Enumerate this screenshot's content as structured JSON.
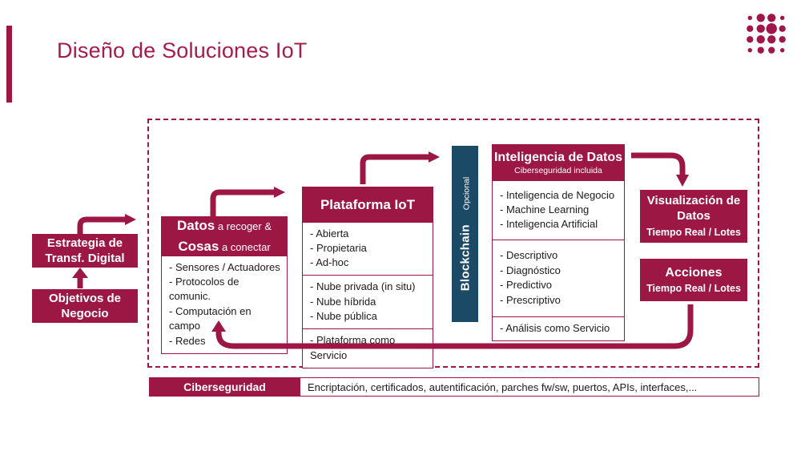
{
  "title": "Diseño de Soluciones IoT",
  "colors": {
    "primary_red": "#9C1743",
    "title_red": "#A51C4B",
    "blockchain_navy": "#1B4A66",
    "body_text": "#1B1B1B",
    "background": "#FFFFFF"
  },
  "logo": {
    "icon": "dot-grid-logo"
  },
  "left_flow": {
    "strategy_box": "Estrategia de\nTransf. Digital",
    "objectives_box": "Objetivos de\nNegocio"
  },
  "datos_box": {
    "title_bold1": "Datos",
    "title_rest1": " a recoger &",
    "title_bold2": "Cosas",
    "title_rest2": " a conectar",
    "items": [
      "- Sensores / Actuadores",
      "- Protocolos de comunic.",
      "- Computación en campo",
      "- Redes"
    ]
  },
  "plataforma_box": {
    "title": "Plataforma IoT",
    "sections": [
      [
        "- Abierta",
        "- Propietaria",
        "- Ad-hoc"
      ],
      [
        "- Nube privada (in situ)",
        "- Nube híbrida",
        "- Nube pública"
      ],
      [
        "- Plataforma como Servicio"
      ]
    ]
  },
  "blockchain_bar": {
    "title": "Blockchain",
    "subtitle": "Opcional"
  },
  "inteligencia_box": {
    "title": "Inteligencia de Datos",
    "subtitle": "Ciberseguridad incluida",
    "sections": [
      [
        "- Inteligencia de Negocio",
        "- Machine Learning",
        "- Inteligencia Artificial"
      ],
      [
        "- Descriptivo",
        "- Diagnóstico",
        "- Predictivo",
        "- Prescriptivo"
      ],
      [
        "- Análisis como Servicio"
      ]
    ]
  },
  "visualizacion_box": {
    "title": "Visualización de\nDatos",
    "subtitle": "Tiempo Real / Lotes"
  },
  "acciones_box": {
    "title": "Acciones",
    "subtitle": "Tiempo Real / Lotes"
  },
  "ciberseguridad_bar": {
    "label": "Ciberseguridad",
    "text": "Encriptación, certificados, autentificación,  parches fw/sw, puertos, APIs, interfaces,..."
  }
}
